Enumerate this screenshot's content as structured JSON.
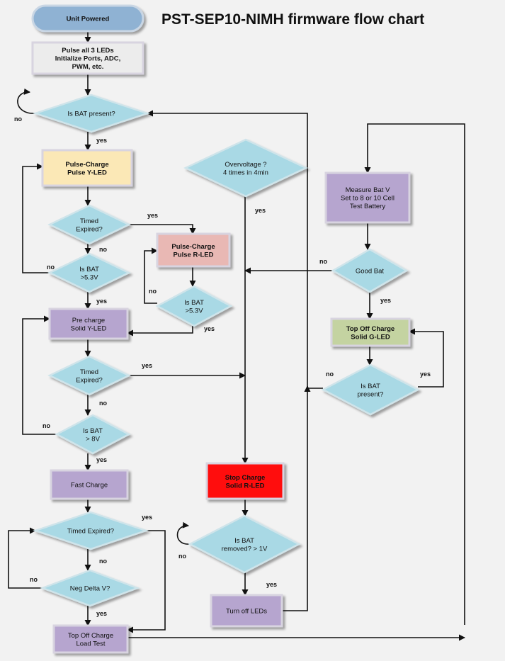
{
  "title": "PST-SEP10-NIMH firmware flow chart",
  "colors": {
    "start": "#8fb2d3",
    "process": "#b6a5cf",
    "init": "#ececec",
    "yellow": "#fbe8b6",
    "pink": "#e9b8b4",
    "red": "#ff1010",
    "green": "#c4d3a1",
    "decision": "#a9d9e5"
  },
  "nodes": [
    {
      "id": "unit-powered",
      "shape": "terminal",
      "fill": "start",
      "bold": true,
      "lines": [
        "Unit Powered"
      ]
    },
    {
      "id": "init",
      "shape": "process",
      "fill": "init",
      "bold": true,
      "lines": [
        "Pulse all 3  LEDs",
        "Initialize Ports, ADC,",
        "PWM, etc."
      ]
    },
    {
      "id": "is-bat-present",
      "shape": "decision",
      "lines": [
        "Is BAT present?"
      ]
    },
    {
      "id": "pulse-charge-y",
      "shape": "process",
      "fill": "yellow",
      "bold": true,
      "lines": [
        "Pulse-Charge",
        "Pulse Y-LED"
      ]
    },
    {
      "id": "timed-expired-1",
      "shape": "decision",
      "lines": [
        "Timed",
        "Expired?"
      ]
    },
    {
      "id": "is-bat-5v3-a",
      "shape": "decision",
      "lines": [
        "Is BAT",
        ">5.3V"
      ]
    },
    {
      "id": "pulse-charge-r",
      "shape": "process",
      "fill": "pink",
      "bold": true,
      "lines": [
        "Pulse-Charge",
        "Pulse R-LED"
      ]
    },
    {
      "id": "is-bat-5v3-b",
      "shape": "decision",
      "lines": [
        "Is BAT",
        ">5.3V"
      ]
    },
    {
      "id": "pre-charge",
      "shape": "process",
      "fill": "process",
      "lines": [
        "Pre charge",
        "Solid Y-LED"
      ]
    },
    {
      "id": "timed-expired-2",
      "shape": "decision",
      "lines": [
        "Timed",
        "Expired?"
      ]
    },
    {
      "id": "is-bat-8v",
      "shape": "decision",
      "lines": [
        "Is BAT",
        "> 8V"
      ]
    },
    {
      "id": "fast-charge",
      "shape": "process",
      "fill": "process",
      "lines": [
        "Fast Charge"
      ]
    },
    {
      "id": "timed-expired-3",
      "shape": "decision",
      "lines": [
        "Timed Expired?"
      ]
    },
    {
      "id": "neg-delta-v",
      "shape": "decision",
      "lines": [
        "Neg Delta V?"
      ]
    },
    {
      "id": "top-off-load",
      "shape": "process",
      "fill": "process",
      "lines": [
        "Top Off Charge",
        "Load Test"
      ]
    },
    {
      "id": "overvoltage",
      "shape": "decision",
      "lines": [
        "Overvoltage ?",
        "4 times in  4min"
      ]
    },
    {
      "id": "stop-charge",
      "shape": "process",
      "fill": "red",
      "bold": true,
      "lines": [
        "Stop Charge",
        "Solid R-LED"
      ]
    },
    {
      "id": "is-bat-removed",
      "shape": "decision",
      "lines": [
        "Is BAT",
        "removed? > 1V"
      ]
    },
    {
      "id": "turn-off-leds",
      "shape": "process",
      "fill": "process",
      "lines": [
        "Turn off LEDs"
      ]
    },
    {
      "id": "measure-bat",
      "shape": "process",
      "fill": "process",
      "lines": [
        "Measure Bat V",
        "Set to 8 or 10 Cell",
        "Test Battery"
      ]
    },
    {
      "id": "good-bat",
      "shape": "decision",
      "lines": [
        "Good Bat"
      ]
    },
    {
      "id": "top-off-g",
      "shape": "process",
      "fill": "green",
      "bold": true,
      "lines": [
        "Top Off Charge",
        "Solid G-LED"
      ]
    },
    {
      "id": "is-bat-present-2",
      "shape": "decision",
      "lines": [
        "Is BAT",
        "present?"
      ]
    }
  ],
  "edge_labels": [
    {
      "id": "present-no",
      "text": "no"
    },
    {
      "id": "present-yes",
      "text": "yes"
    },
    {
      "id": "timed1-yes",
      "text": "yes"
    },
    {
      "id": "timed1-no",
      "text": "no"
    },
    {
      "id": "bat53a-no",
      "text": "no"
    },
    {
      "id": "bat53a-yes",
      "text": "yes"
    },
    {
      "id": "bat53b-no",
      "text": "no"
    },
    {
      "id": "bat53b-yes",
      "text": "yes"
    },
    {
      "id": "timed2-yes",
      "text": "yes"
    },
    {
      "id": "timed2-no",
      "text": "no"
    },
    {
      "id": "bat8-no",
      "text": "no"
    },
    {
      "id": "bat8-yes",
      "text": "yes"
    },
    {
      "id": "timed3-yes",
      "text": "yes"
    },
    {
      "id": "timed3-no",
      "text": "no"
    },
    {
      "id": "negdv-no",
      "text": "no"
    },
    {
      "id": "negdv-yes",
      "text": "yes"
    },
    {
      "id": "overvolt-yes",
      "text": "yes"
    },
    {
      "id": "removed-no",
      "text": "no"
    },
    {
      "id": "removed-yes",
      "text": "yes"
    },
    {
      "id": "goodbat-no",
      "text": "no"
    },
    {
      "id": "goodbat-yes",
      "text": "yes"
    },
    {
      "id": "present2-no",
      "text": "no"
    },
    {
      "id": "present2-yes",
      "text": "yes"
    }
  ]
}
